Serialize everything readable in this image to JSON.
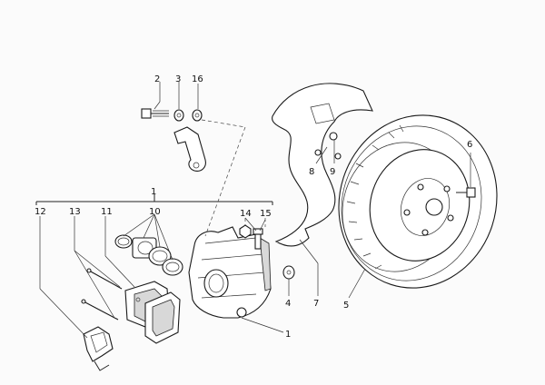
{
  "labels": {
    "n1_top": "1",
    "n1_bottom": "1",
    "n2": "2",
    "n3": "3",
    "n4": "4",
    "n5": "5",
    "n6": "6",
    "n7": "7",
    "n8": "8",
    "n9": "9",
    "n10": "10",
    "n11": "11",
    "n12": "12",
    "n13": "13",
    "n14": "14",
    "n15": "15",
    "n16": "16"
  }
}
